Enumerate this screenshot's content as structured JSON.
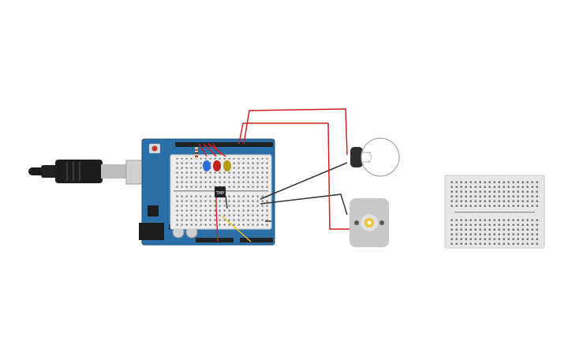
{
  "circuit": {
    "sensor_label": "TMP",
    "colors": {
      "board": "#2b6fa8",
      "board_edge": "#1f5480",
      "breadboard": "#e6e6e6",
      "wire_red": "#d02020",
      "wire_black": "#333333",
      "wire_yellow": "#e6c21a",
      "led_blue": "#2a6fd6",
      "led_red": "#c41f1f",
      "led_yellow": "#b59a10",
      "motor": "#c8c8c8",
      "motor_hub": "#f1c232"
    },
    "components": [
      "arduino-uno",
      "usb-cable",
      "mini-breadboard-shield",
      "temperature-sensor",
      "led-blue",
      "led-red",
      "led-yellow",
      "light-bulb",
      "dc-motor",
      "standalone-breadboard"
    ]
  }
}
